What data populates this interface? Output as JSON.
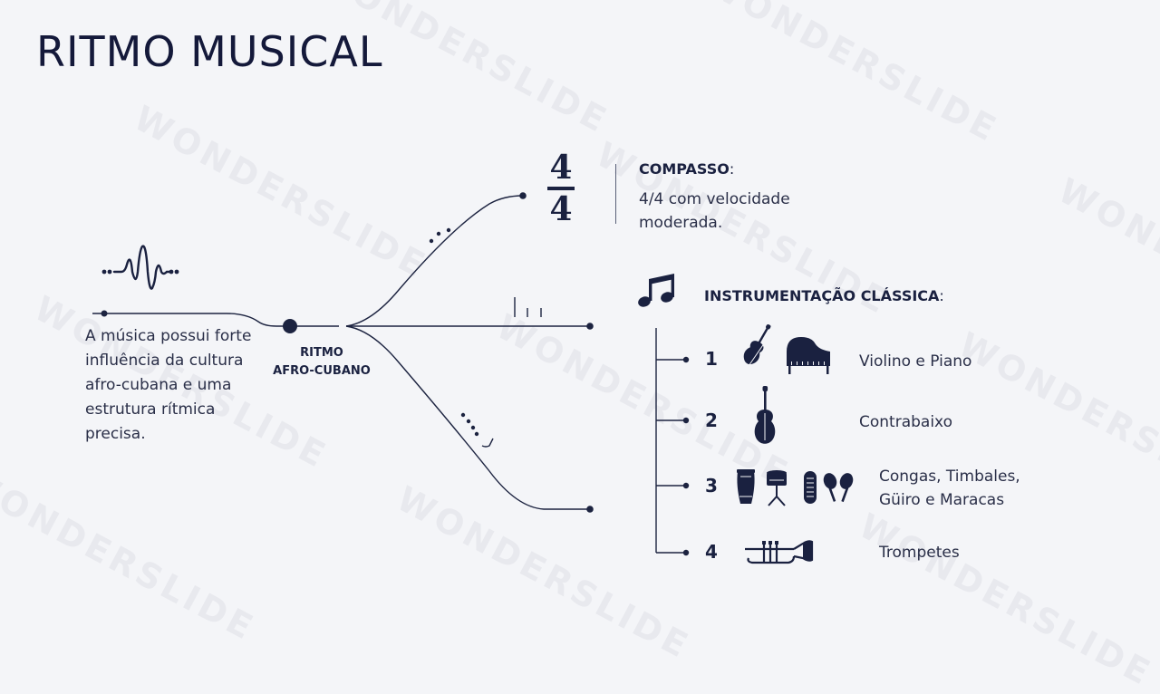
{
  "title": "RITMO MUSICAL",
  "watermark": "WONDERSLIDE",
  "description": "A música possui forte influência da cultura afro-cubana e uma estrutura rítmica precisa.",
  "center_node": {
    "line1": "RITMO",
    "line2": "AFRO-CUBANO"
  },
  "compasso": {
    "numerator": "4",
    "denominator": "4",
    "heading": "COMPASSO",
    "colon": ":",
    "text": "4/4 com velocidade moderada."
  },
  "instrumentacao": {
    "heading": "INSTRUMENTAÇÃO CLÁSSICA",
    "colon": ":",
    "items": [
      {
        "number": "1",
        "label": "Violino e Piano",
        "icons": [
          "violin-icon",
          "piano-icon"
        ]
      },
      {
        "number": "2",
        "label": "Contrabaixo",
        "icons": [
          "double-bass-icon"
        ]
      },
      {
        "number": "3",
        "label_line1": "Congas, Timbales,",
        "label_line2": "Güiro e Maracas",
        "icons": [
          "conga-icon",
          "timbale-icon",
          "guiro-icon",
          "maracas-icon"
        ]
      },
      {
        "number": "4",
        "label": "Trompetes",
        "icons": [
          "trumpet-icon"
        ]
      }
    ]
  },
  "colors": {
    "background": "#f4f5f8",
    "ink": "#1a2140",
    "line": "#1c2340"
  }
}
